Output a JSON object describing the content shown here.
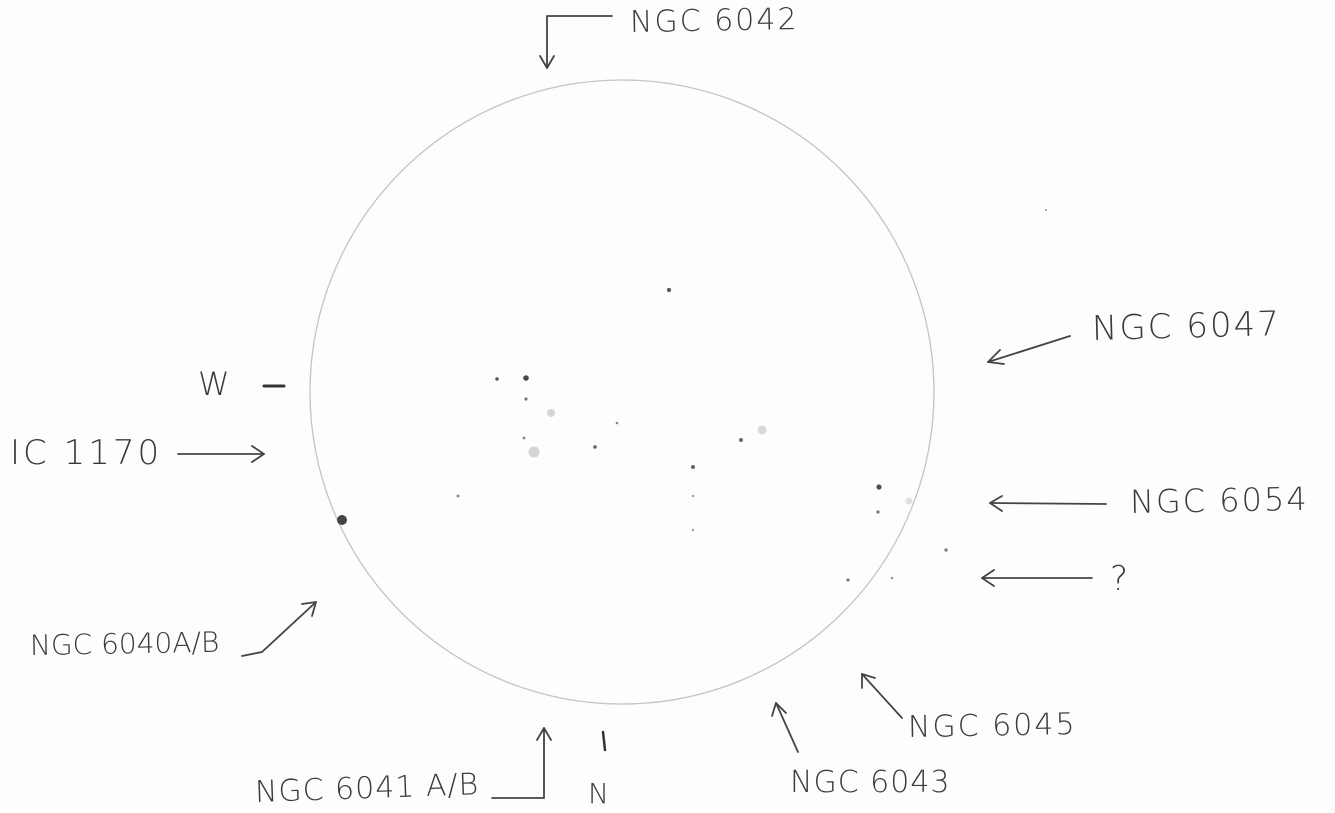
{
  "sketch": {
    "ink_color": "#3a3a3a",
    "circle_color": "#b8b8b8",
    "star_color": "#555555",
    "labels": {
      "ngc6042": "NGC 6042",
      "ngc6047": "NGC 6047",
      "ngc6054": "NGC 6054",
      "unknown": "?",
      "ngc6045": "NGC 6045",
      "ngc6043": "NGC 6043",
      "ngc6041": "NGC 6041 A/B",
      "ngc6040": "NGC 6040A/B",
      "ic1170": "IC 1170",
      "west": "W",
      "north": "N"
    }
  }
}
